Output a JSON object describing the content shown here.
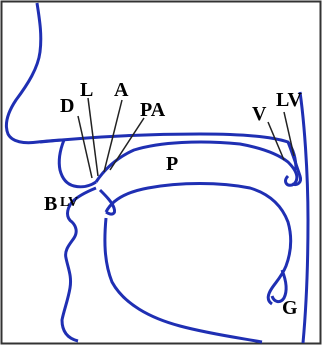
{
  "diagram": {
    "labels": {
      "D": "D",
      "L": "L",
      "A": "A",
      "PA": "PA",
      "P": "P",
      "B": "B",
      "LV_lips": "LV",
      "V": "V",
      "LV_velum": "LV",
      "G": "G"
    },
    "colors": {
      "outline": "#1f2fb3",
      "pointer": "#222222",
      "text": "#000000",
      "border": "#333333"
    }
  }
}
